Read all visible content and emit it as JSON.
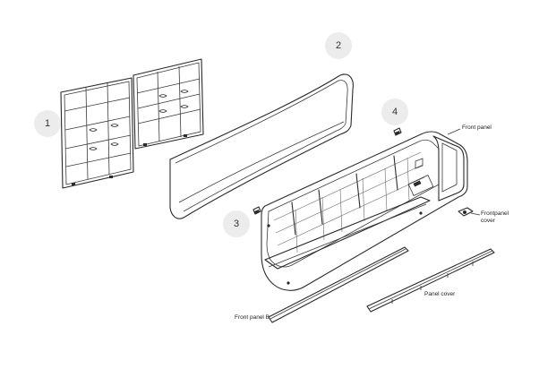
{
  "callouts": [
    {
      "id": "filter",
      "number": "1"
    },
    {
      "id": "top-cover",
      "number": "2"
    },
    {
      "id": "screw-left",
      "number": "3"
    },
    {
      "id": "screw-right",
      "number": "4"
    }
  ],
  "labels": {
    "front_panel": "Front panel",
    "frontpanel_cover_line1": "Frontpanel",
    "frontpanel_cover_line2": "cover",
    "panel_cover": "Panel cover",
    "front_panel_b": "Front panel B"
  },
  "colors": {
    "line": "#2a2a2a",
    "callout_fill": "#ececec",
    "background": "#ffffff"
  }
}
